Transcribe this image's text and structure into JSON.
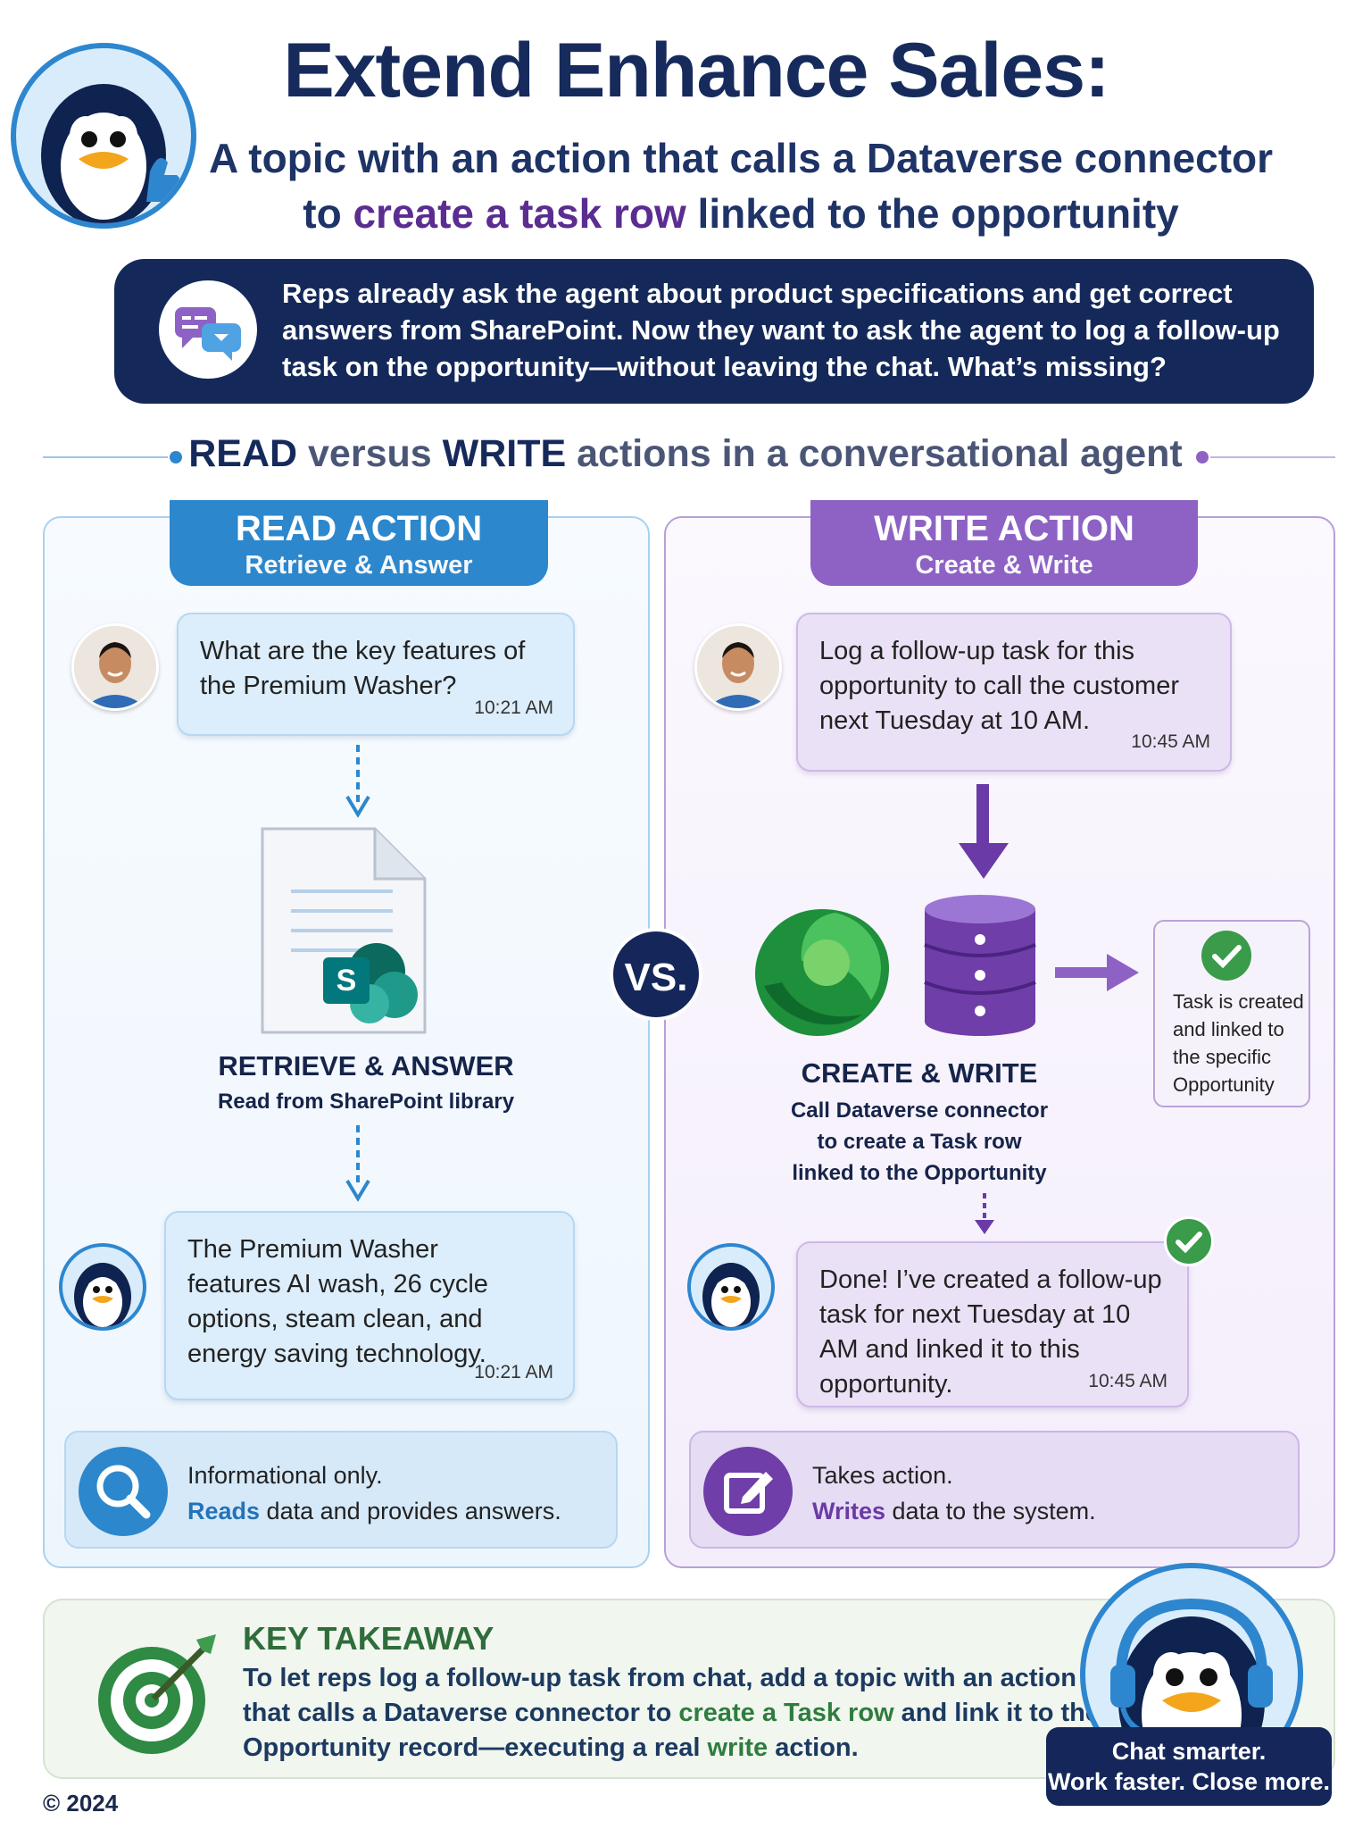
{
  "header": {
    "title": "Extend Enhance Sales:",
    "subtitle_line1": "A topic with an action that calls a Dataverse connector",
    "subtitle_line2_pre": "to ",
    "subtitle_line2_hl": "create a task row",
    "subtitle_line2_post": " linked to the opportunity"
  },
  "banner": {
    "text": "Reps already ask the agent about product specifications and get correct answers from SharePoint. Now they want to ask the agent to log a follow-up task on the opportunity—without leaving the chat. What’s missing?"
  },
  "section": {
    "read_word": "READ",
    "versus_word": " versus ",
    "write_word": "WRITE",
    "rest": " actions in a conversational agent"
  },
  "read_panel": {
    "tab_title": "READ ACTION",
    "tab_subtitle": "Retrieve & Answer",
    "user_message": "What are the key features of the Premium Washer?",
    "user_time": "10:21 AM",
    "caption_title": "RETRIEVE & ANSWER",
    "caption_sub": "Read from SharePoint library",
    "sharepoint_letter": "S",
    "bot_message": "The Premium Washer features AI wash, 26 cycle options, steam clean, and energy saving technology.",
    "bot_time": "10:21 AM",
    "info_line1": "Informational only.",
    "info_kw": "Reads",
    "info_rest": " data and provides answers."
  },
  "vs_label": "VS.",
  "write_panel": {
    "tab_title": "WRITE ACTION",
    "tab_subtitle": "Create & Write",
    "user_message": "Log a follow-up task for this opportunity to call the customer next Tuesday at 10 AM.",
    "user_time": "10:45 AM",
    "caption_title": "CREATE & WRITE",
    "caption_sub": "Call Dataverse connector to create a Task row linked to the Opportunity",
    "result_text": "Task is created and linked to the specific Opportunity",
    "bot_message": "Done! I’ve created a follow-up task for next Tuesday at 10 AM and linked it to this opportunity.",
    "bot_time": "10:45 AM",
    "info_line1": "Takes action.",
    "info_kw": "Writes",
    "info_rest": " data to the system."
  },
  "takeaway": {
    "title": "KEY TAKEAWAY",
    "t1": "To let reps log a follow-up task from chat, add a topic with an action that calls a Dataverse connector to ",
    "t2": "create a Task row",
    "t3": " and link it to the Opportunity record—executing a real ",
    "t4": "write",
    "t5": " action."
  },
  "slogan": {
    "line1": "Chat smarter.",
    "line2": "Work faster. Close more."
  },
  "copyright": "© 2024",
  "colors": {
    "navy": "#15275a",
    "read_blue": "#2d87cc",
    "write_purple": "#8d62c4",
    "check_green": "#3a9b4a"
  },
  "icons": {
    "banner": "chat-bubbles-icon",
    "read_info": "search-icon",
    "write_info": "edit-icon",
    "takeaway": "target-icon"
  }
}
